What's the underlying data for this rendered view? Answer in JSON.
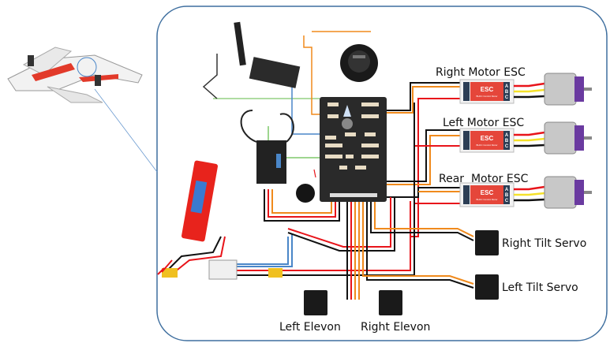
{
  "labels": {
    "right_motor_esc": "Right Motor ESC",
    "left_motor_esc": "Left Motor ESC",
    "rear_motor_esc": "Rear  Motor ESC",
    "right_tilt_servo": "Right Tilt Servo",
    "left_tilt_servo": "Left Tilt Servo",
    "left_elevon": "Left Elevon",
    "right_elevon": "Right Elevon"
  },
  "esc": {
    "title": "ESC",
    "subtitle": "BLDC Control Motor",
    "phases": [
      "A",
      "B",
      "C"
    ]
  },
  "colors": {
    "frame": "#3f6f9f",
    "esc_red": "#e5463a",
    "fc_body": "#2a2a2a",
    "motor_purple": "#6a3aa0",
    "wire_red": "#e8141a",
    "wire_black": "#111111",
    "wire_orange": "#f08a1c",
    "wire_yellow": "#f5e12a",
    "wire_blue": "#4a86c8",
    "wire_green": "#7fc86a",
    "battery_red": "#e8231c"
  }
}
